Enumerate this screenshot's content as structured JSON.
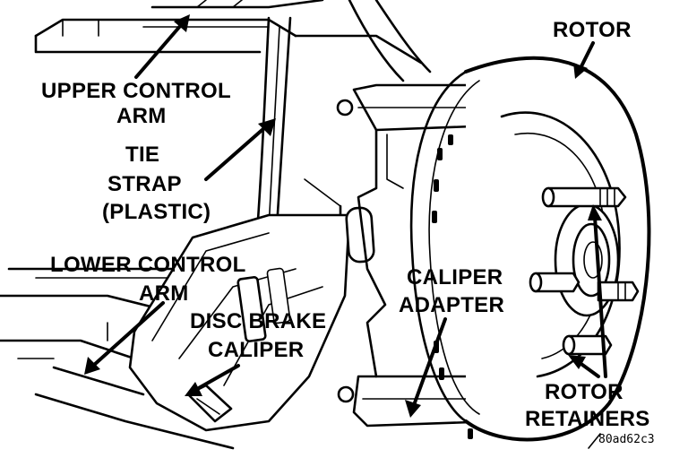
{
  "diagram": {
    "labels": {
      "rotor": "ROTOR",
      "upper_control_arm_1": "UPPER CONTROL",
      "upper_control_arm_2": "ARM",
      "tie_strap_1": "TIE",
      "tie_strap_2": "STRAP",
      "tie_strap_3": "(PLASTIC)",
      "lower_control_arm_1": "LOWER CONTROL",
      "lower_control_arm_2": "ARM",
      "caliper_adapter_1": "CALIPER",
      "caliper_adapter_2": "ADAPTER",
      "disc_brake_caliper_1": "DISC BRAKE",
      "disc_brake_caliper_2": "CALIPER",
      "rotor_retainers_1": "ROTOR",
      "rotor_retainers_2": "RETAINERS"
    },
    "figure_code": "80ad62c3"
  }
}
